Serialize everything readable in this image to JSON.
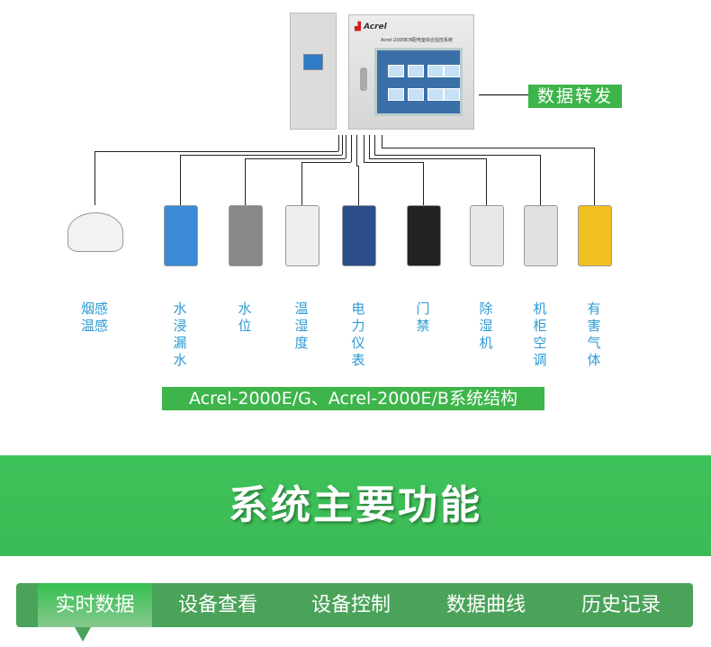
{
  "controller": {
    "brand": "Acrel",
    "model_text": "Acrel-2000E/8配电室综合监控系统"
  },
  "forward_label": "数据转发",
  "devices": [
    {
      "name": "smoke-temp-detector",
      "label": "烟感温感"
    },
    {
      "name": "water-leak-sensor",
      "label": "水浸漏水"
    },
    {
      "name": "water-level-sensor",
      "label": "水位"
    },
    {
      "name": "temp-humidity-meter",
      "label": "温湿度"
    },
    {
      "name": "power-meter",
      "label": "电力仪表"
    },
    {
      "name": "access-control",
      "label": "门禁"
    },
    {
      "name": "dehumidifier",
      "label": "除湿机"
    },
    {
      "name": "cabinet-ac",
      "label": "机柜空调"
    },
    {
      "name": "gas-detector",
      "label": "有害气体"
    }
  ],
  "caption": "Acrel-2000E/G、Acrel-2000E/B系统结构",
  "section_title": "系统主要功能",
  "tabs": [
    "实时数据",
    "设备查看",
    "设备控制",
    "数据曲线",
    "历史记录"
  ],
  "active_tab": 0,
  "colors": {
    "green": "#3db54a",
    "tabbar": "#4ba35a",
    "label_blue": "#2e9ad4"
  }
}
